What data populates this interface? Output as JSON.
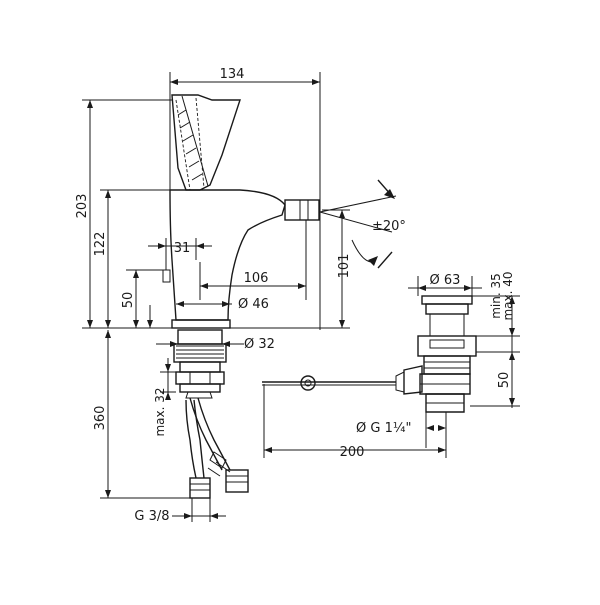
{
  "dimensions": {
    "width_top": "134",
    "height_total": "203",
    "height_spout": "122",
    "handle_offset": "31",
    "height_lever": "50",
    "spout_reach": "106",
    "diameter_body": "Ø 46",
    "diameter_shank": "Ø 32",
    "height_outlet": "101",
    "swivel_angle": "±20°",
    "supply_length": "360",
    "supply_max": "max. 32",
    "thread_supply": "G 3/8",
    "waste_diameter": "Ø 63",
    "waste_min": "min. 35",
    "waste_max": "max. 40",
    "waste_height": "50",
    "waste_thread": "Ø G 1¼\"",
    "rod_length": "200"
  }
}
